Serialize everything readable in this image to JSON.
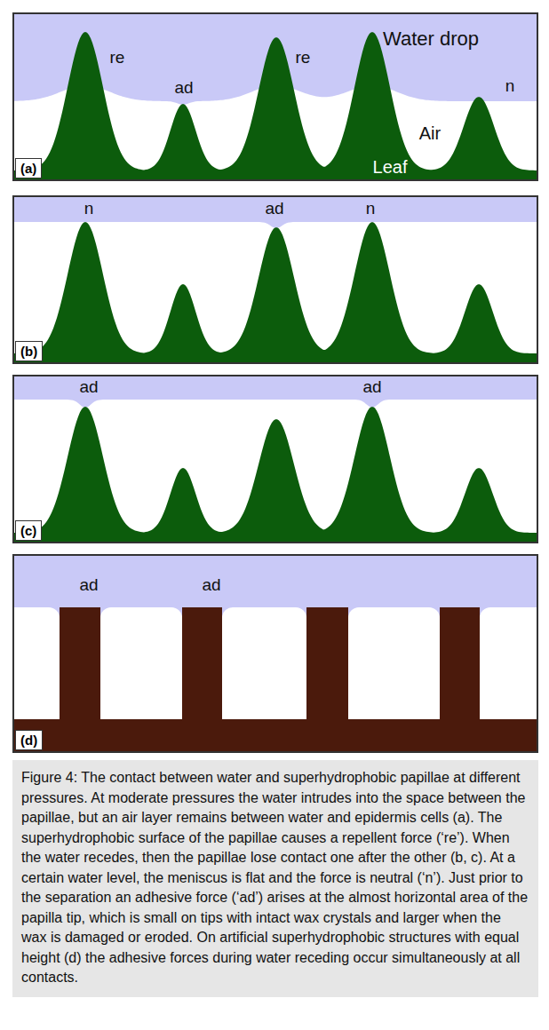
{
  "diagram": {
    "caption": "Figure 4: The contact between water and superhydrophobic papillae at different pressures. At moderate pressures the water intrudes into the space between the papillae, but an air layer remains between water and epidermis cells (a). The superhydrophobic surface of the papillae causes a repellent force (‘re’). When the water recedes, then the papillae lose contact one after the other (b, c). At a certain water level, the meniscus is flat and the force is neutral (‘n’). Just prior to the separation an adhesive force (‘ad’) arises at the almost horizontal area of the papilla tip, which is small on tips with intact wax crystals and larger when the wax is damaged or eroded. On artificial superhydrophobic structures with equal height (d) the adhesive forces during water receding occur simultaneously at all contacts.",
    "labels": [
      "Water drop",
      "re",
      "ad",
      "re",
      "n",
      "Air",
      "Leaf",
      "(a)",
      "n",
      "ad",
      "n",
      "(b)",
      "ad",
      "ad",
      "(c)",
      "ad",
      "ad",
      "(d)"
    ]
  }
}
